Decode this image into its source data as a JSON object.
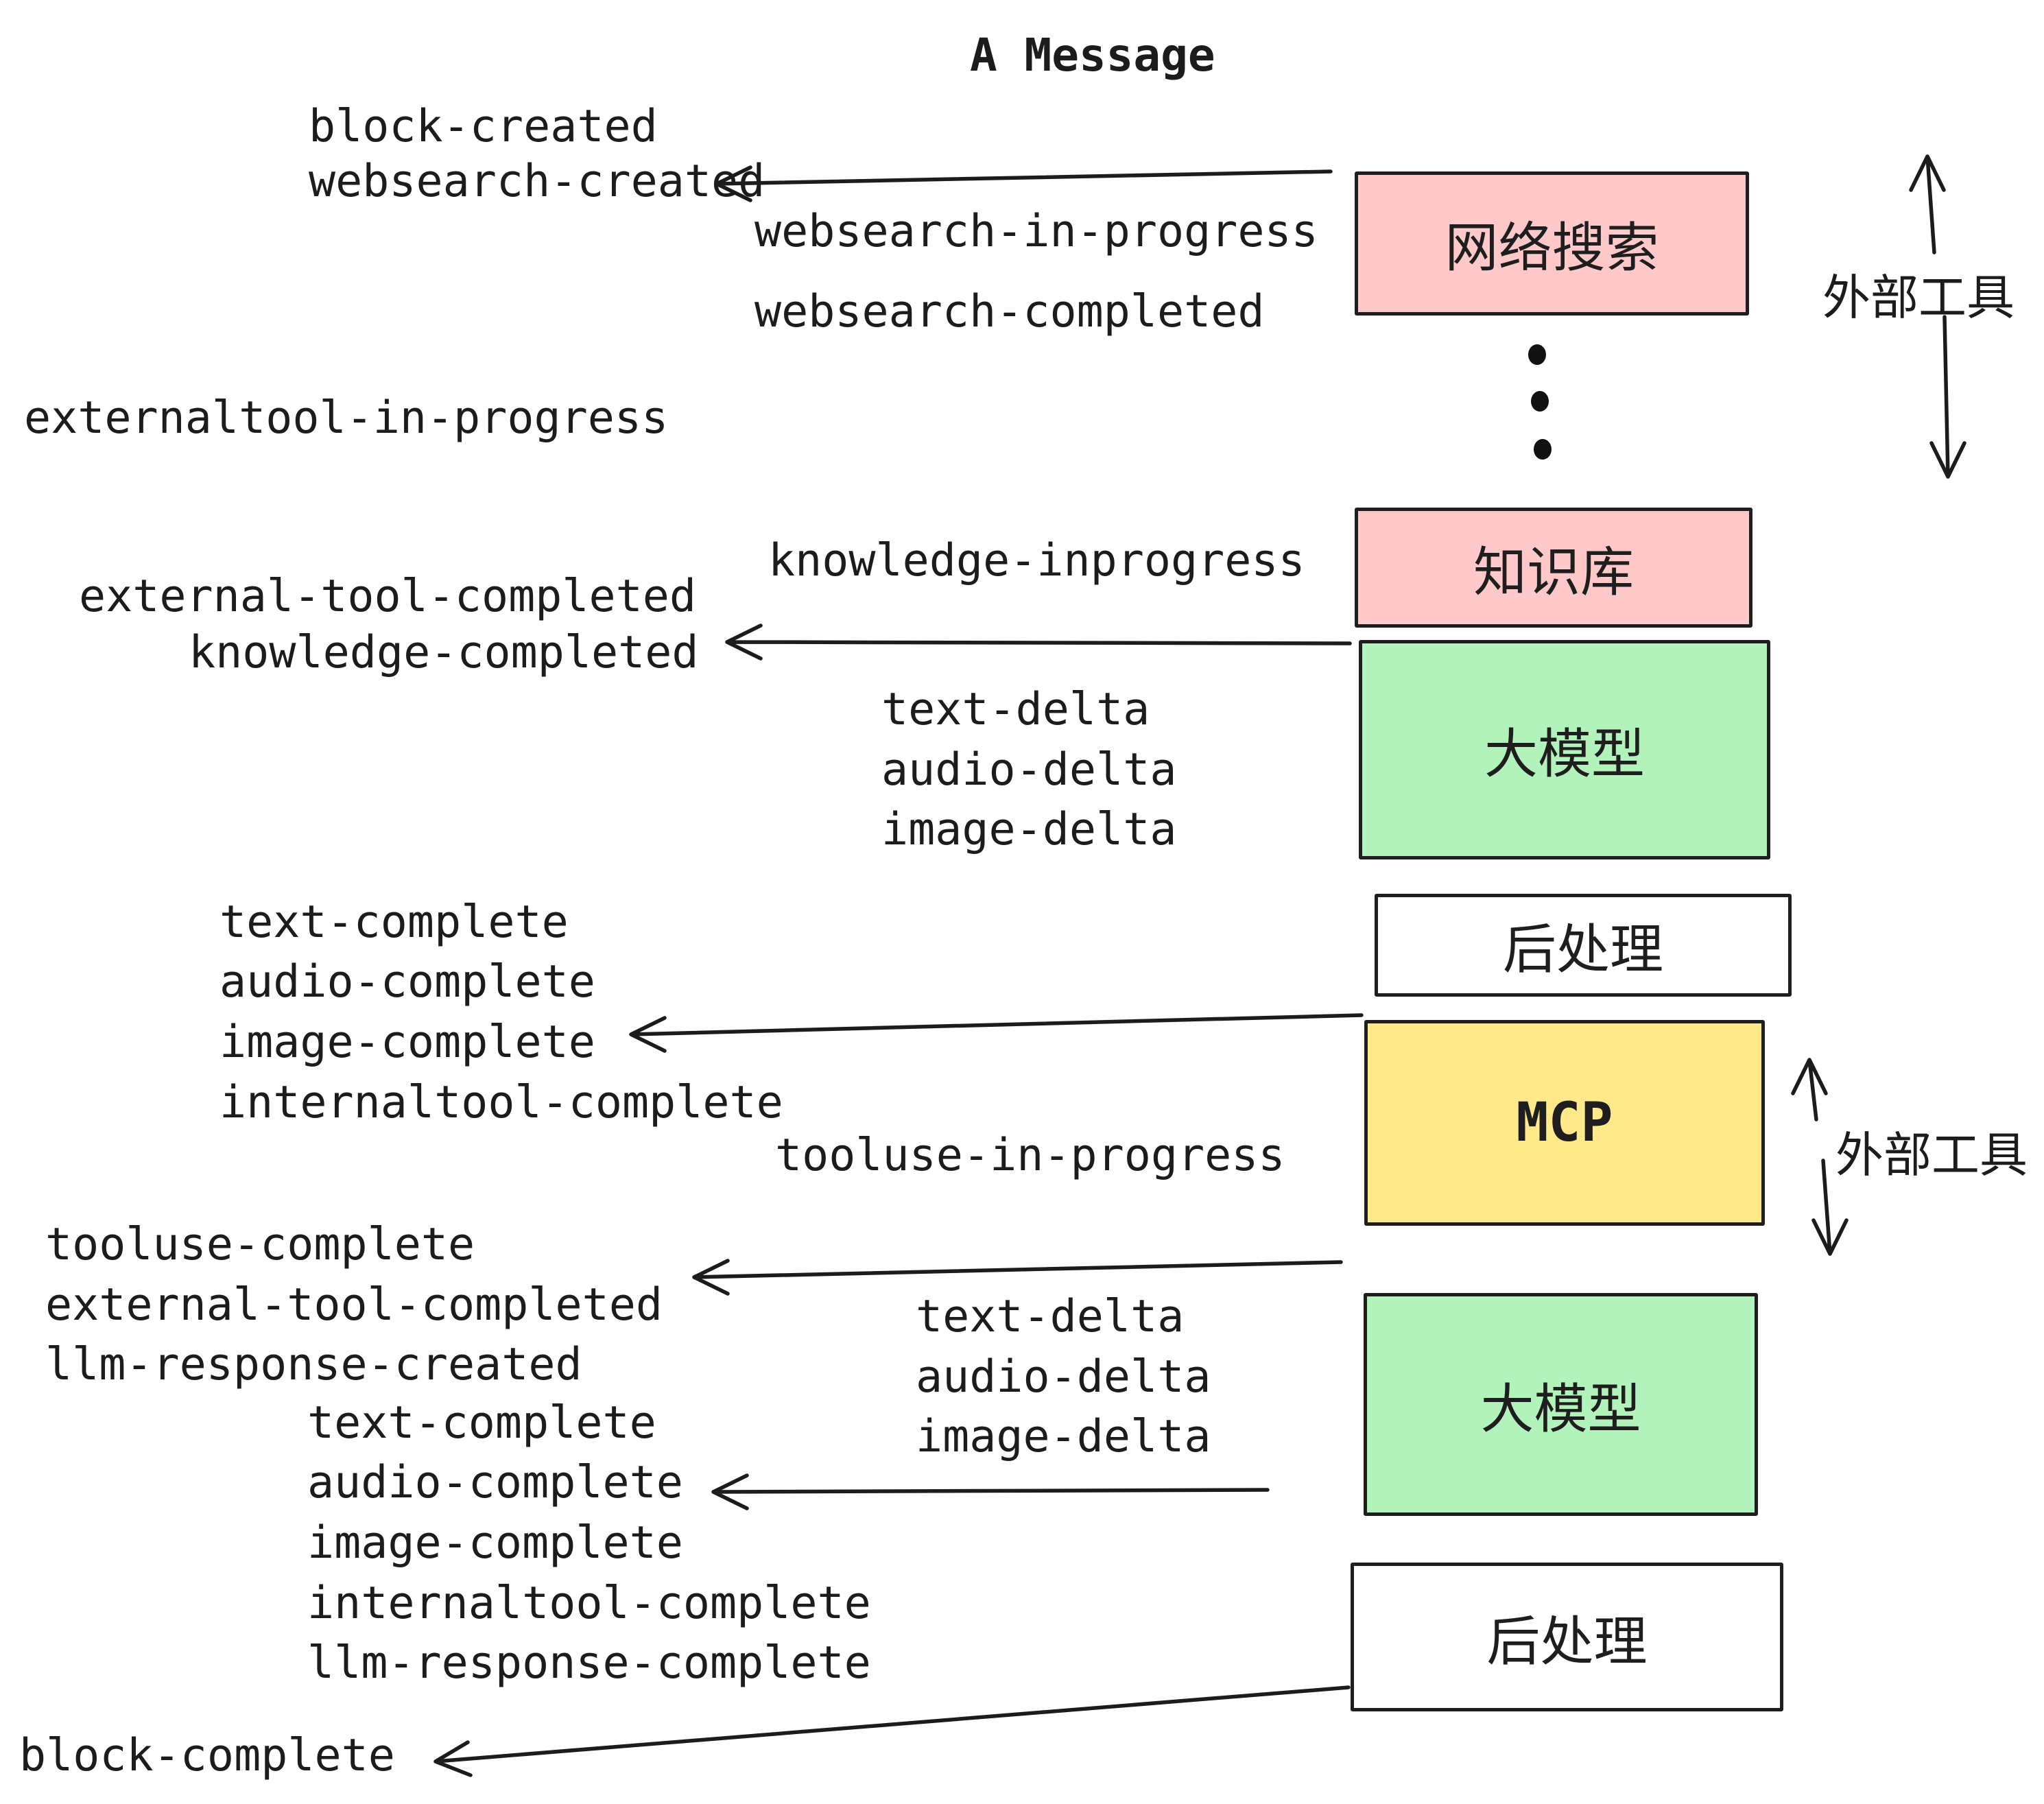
{
  "title": "A Message",
  "labels": {
    "block_created": "block-created",
    "websearch_created": "websearch-created",
    "websearch_in_progress": "websearch-in-progress",
    "websearch_completed": "websearch-completed",
    "externaltool_in_progress": "externaltool-in-progress",
    "knowledge_inprogress": "knowledge-inprogress",
    "external_tool_completed": "external-tool-completed",
    "knowledge_completed": "knowledge-completed",
    "text_delta": "text-delta",
    "audio_delta": "audio-delta",
    "image_delta": "image-delta",
    "text_complete": "text-complete",
    "audio_complete": "audio-complete",
    "image_complete": "image-complete",
    "internaltool_complete": "internaltool-complete",
    "tooluse_in_progress": "tooluse-in-progress",
    "tooluse_complete": "tooluse-complete",
    "llm_response_created": "llm-response-created",
    "llm_response_complete": "llm-response-complete",
    "block_complete": "block-complete"
  },
  "boxes": {
    "websearch": "网络搜索",
    "knowledge": "知识库",
    "llm": "大模型",
    "postprocess": "后处理",
    "mcp": "MCP"
  },
  "side": {
    "external_tools": "外部工具"
  },
  "colors": {
    "pink": "#ffc9c9",
    "green": "#b2f2bb",
    "yellow": "#ffe98a",
    "ink": "#1c1c1c"
  }
}
